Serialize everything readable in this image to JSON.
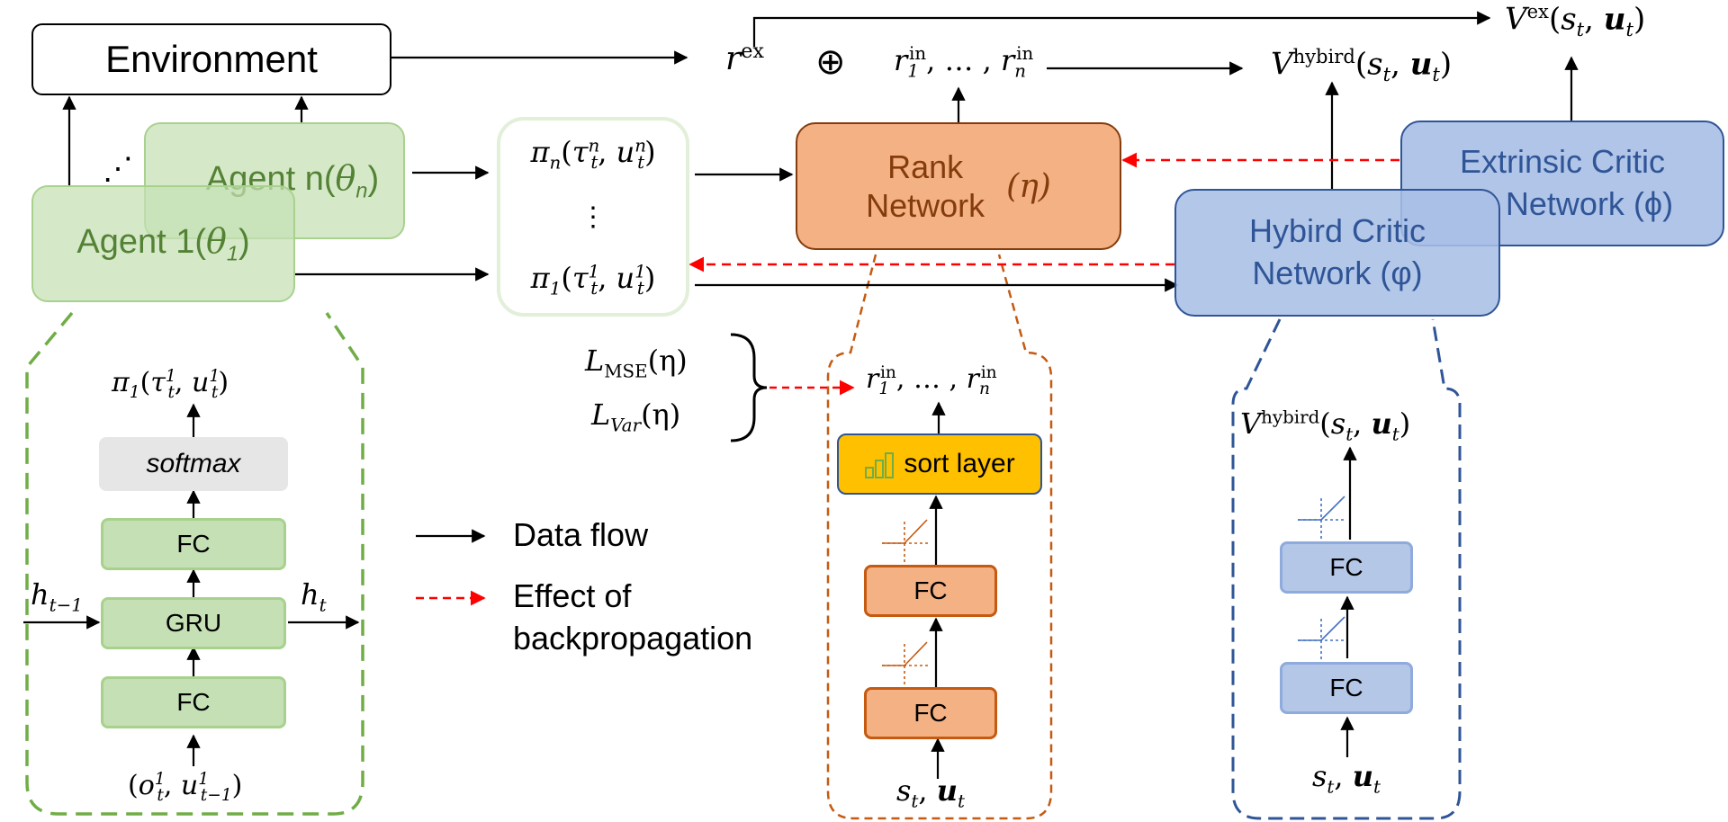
{
  "environment": {
    "label": "Environment"
  },
  "agents": {
    "agent_n": {
      "name": "Agent n",
      "param": "θ",
      "param_sub": "n"
    },
    "agent_1": {
      "name": "Agent 1",
      "param": "θ",
      "param_sub": "1"
    },
    "ellipsis": "⋰"
  },
  "policies": {
    "pi_n": {
      "sym": "π",
      "sub": "n",
      "tau_sup": "n",
      "u_sup": "n",
      "t": "t"
    },
    "vdots": "⋮",
    "pi_1": {
      "sym": "π",
      "sub": "1",
      "tau_sup": "1",
      "u_sup": "1",
      "t": "t"
    }
  },
  "rewards": {
    "r_ex": {
      "sym": "r",
      "sup": "ex"
    },
    "oplus": "⊕",
    "r_in_list": {
      "first_sub": "1",
      "sup": "in",
      "dots": ", … , ",
      "last_sub": "n"
    }
  },
  "values": {
    "v_hybrid_top": {
      "sym": "V",
      "sup": "hybird",
      "args": "s",
      "args_sub": "t",
      "u": "u",
      "u_sub": "t"
    },
    "v_ex_top": {
      "sym": "V",
      "sup": "ex",
      "args": "s",
      "args_sub": "t",
      "u": "u",
      "u_sub": "t"
    }
  },
  "rank_network": {
    "line1": "Rank",
    "line2": "Network",
    "param": "(η)"
  },
  "hybrid_critic": {
    "line1": "Hybird Critic",
    "line2": "Network (φ)"
  },
  "extrinsic_critic": {
    "line1": "Extrinsic Critic",
    "line2": "Network (ϕ)"
  },
  "losses": {
    "mse": {
      "sym": "L",
      "sub": "MSE",
      "arg": "(η)"
    },
    "var": {
      "sym": "L",
      "sub": "Var",
      "arg": "(η)"
    }
  },
  "agent_detail": {
    "output": {
      "sym": "π",
      "sub": "1",
      "tau_sup": "1",
      "u_sup": "1"
    },
    "softmax": "softmax",
    "fc_top": "FC",
    "gru": "GRU",
    "fc_bottom": "FC",
    "h_prev": {
      "sym": "h",
      "sub": "t−1"
    },
    "h_next": {
      "sym": "h",
      "sub": "t"
    },
    "input": {
      "o_sup": "1",
      "o_sub": "t",
      "u_sup": "1",
      "u_sub": "t−1"
    }
  },
  "legend": {
    "data_flow": "Data flow",
    "backprop_line1": "Effect of",
    "backprop_line2": "backpropagation"
  },
  "rank_detail": {
    "output": {
      "first_sub": "1",
      "sup": "in",
      "dots": ", … , ",
      "last_sub": "n"
    },
    "sort_layer": "sort layer",
    "fc_top": "FC",
    "fc_bottom": "FC",
    "input": {
      "s": "s",
      "s_sub": "t",
      "u": "u",
      "u_sub": "t"
    }
  },
  "critic_detail": {
    "output": {
      "sym": "V",
      "sup": "hybird",
      "s_sub": "t",
      "u_sub": "t"
    },
    "fc_top": "FC",
    "fc_bottom": "FC",
    "input": {
      "s": "s",
      "s_sub": "t",
      "u": "u",
      "u_sub": "t"
    }
  },
  "colors": {
    "green_fill": "#a9d18e",
    "green_stroke": "#70ad47",
    "green_text": "#548235",
    "orange_fill": "#f4b183",
    "orange_stroke": "#843c0c",
    "orange_text": "#843c0c",
    "blue_fill": "#a9bfe6",
    "blue_stroke": "#2f5597",
    "blue_text": "#2f5597",
    "yellow": "#ffc000",
    "red": "#ff0000",
    "gray": "#e7e6e6"
  }
}
